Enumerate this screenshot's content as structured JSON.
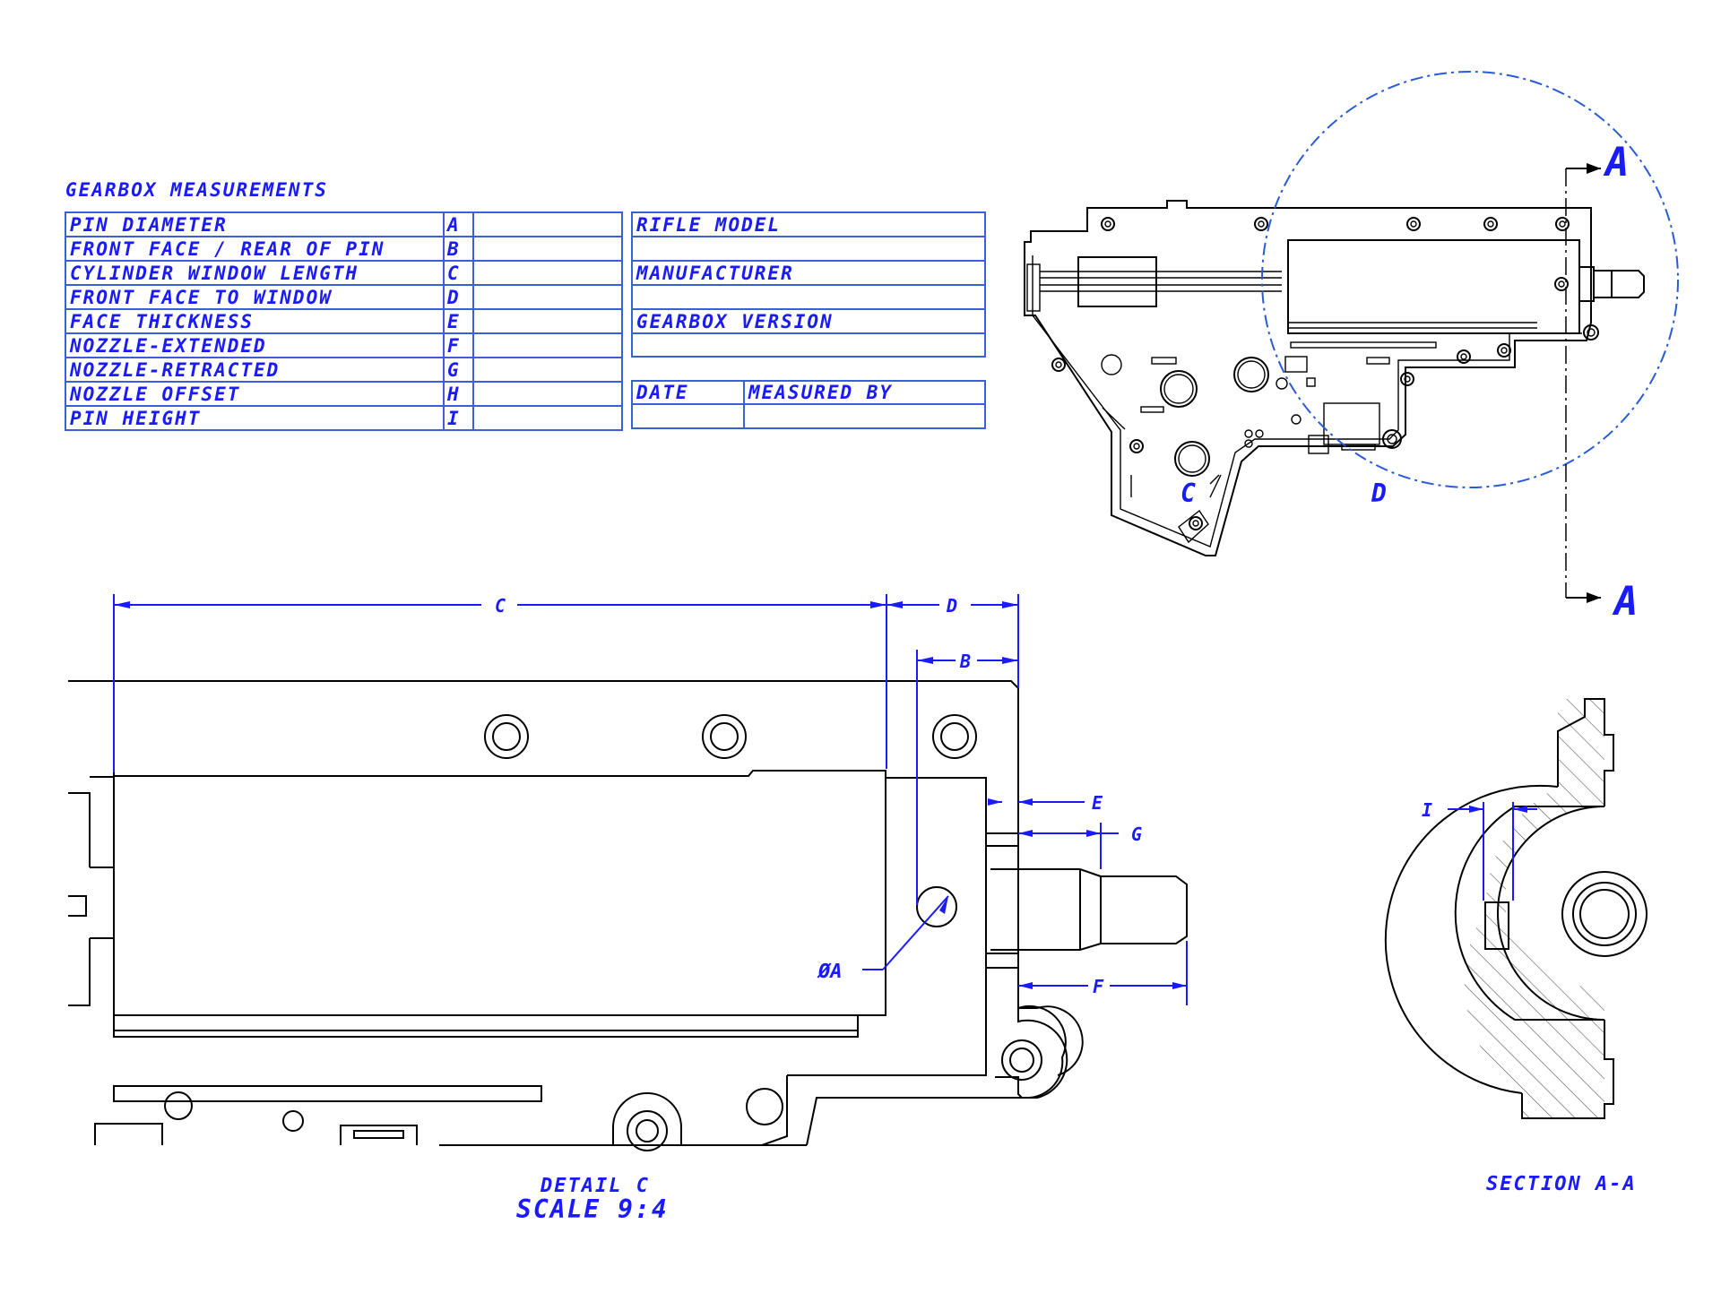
{
  "colors": {
    "annotation": "#1a1aff",
    "table_border": "#3a5fd8",
    "detail_circle": "#2a5bd7",
    "linework": "#000000"
  },
  "title": "GEARBOX MEASUREMENTS",
  "measurements": [
    {
      "label": "PIN DIAMETER",
      "code": "A",
      "value": ""
    },
    {
      "label": "FRONT FACE / REAR OF PIN",
      "code": "B",
      "value": ""
    },
    {
      "label": "CYLINDER WINDOW LENGTH",
      "code": "C",
      "value": ""
    },
    {
      "label": "FRONT FACE TO WINDOW",
      "code": "D",
      "value": ""
    },
    {
      "label": "FACE THICKNESS",
      "code": "E",
      "value": ""
    },
    {
      "label": "NOZZLE-EXTENDED",
      "code": "F",
      "value": ""
    },
    {
      "label": "NOZZLE-RETRACTED",
      "code": "G",
      "value": ""
    },
    {
      "label": "NOZZLE OFFSET",
      "code": "H",
      "value": ""
    },
    {
      "label": "PIN HEIGHT",
      "code": "I",
      "value": ""
    }
  ],
  "info": {
    "rifle_model_label": "RIFLE MODEL",
    "rifle_model_value": "",
    "manufacturer_label": "MANUFACTURER",
    "manufacturer_value": "",
    "gearbox_version_label": "GEARBOX VERSION",
    "gearbox_version_value": "",
    "date_label": "DATE",
    "date_value": "",
    "measured_by_label": "MEASURED BY",
    "measured_by_value": ""
  },
  "overview": {
    "detail_marker": "C",
    "dim_marker": "D",
    "section_marker_top": "A",
    "section_marker_bottom": "A"
  },
  "detail": {
    "dim_c": "C",
    "dim_d": "D",
    "dim_b": "B",
    "dim_e": "E",
    "dim_g": "G",
    "dim_f": "F",
    "dim_a": "ØA",
    "caption_line1": "DETAIL C",
    "caption_line2": "SCALE 9:4"
  },
  "section": {
    "dim_i": "I",
    "caption": "SECTION A-A"
  }
}
